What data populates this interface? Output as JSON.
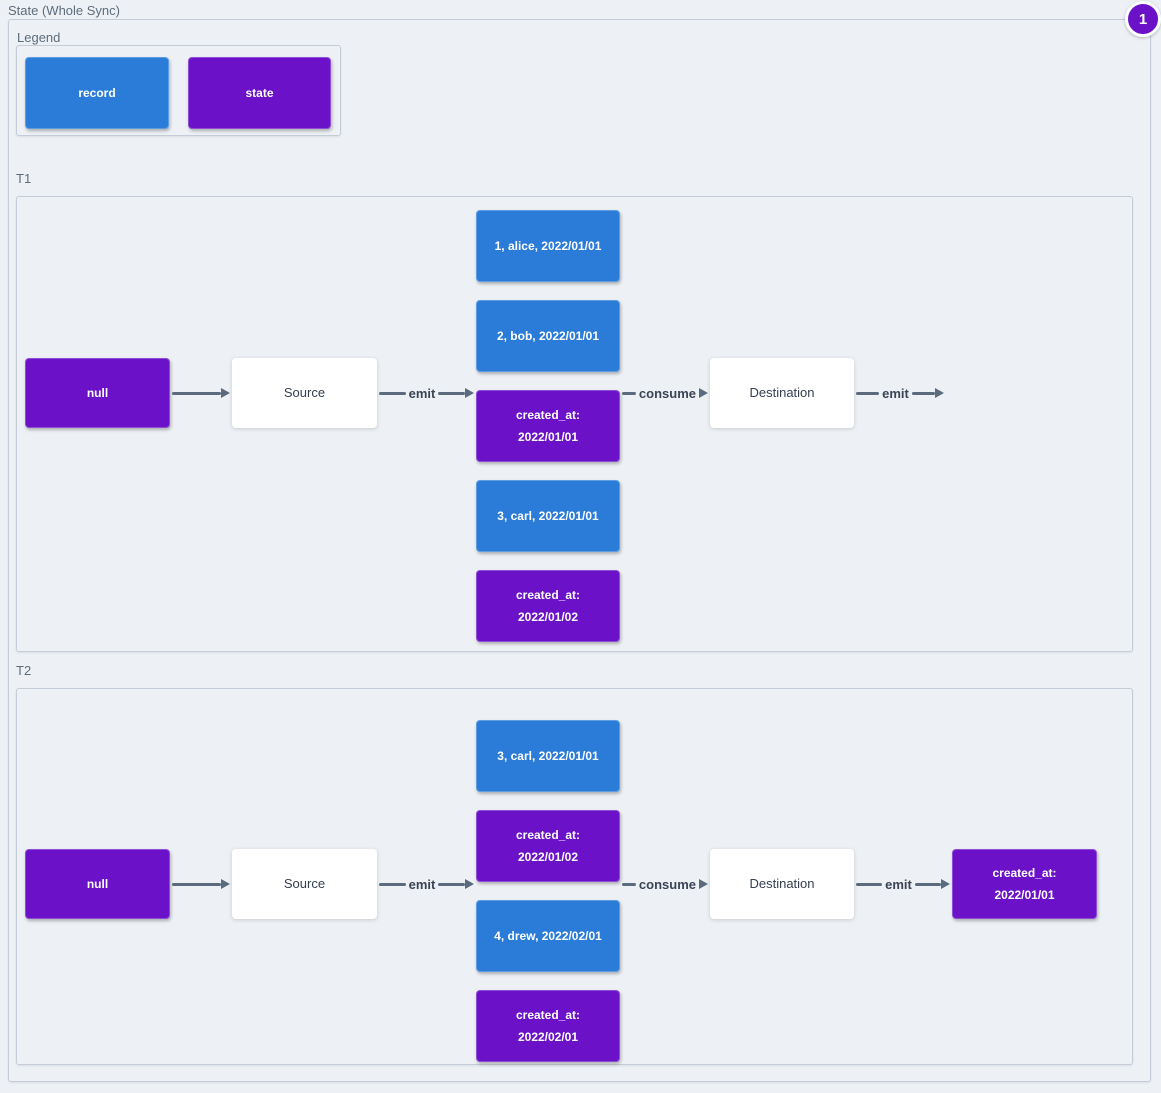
{
  "page": {
    "title": "State (Whole Sync)",
    "badge_count": "1",
    "colors": {
      "bg": "#edf1f5",
      "record": "#2a7cd8",
      "state": "#6b12c8",
      "border": "#c4cdd7",
      "label": "#5d6c7b",
      "arrow": "#5b6b7d",
      "nodetext": "#333e50"
    }
  },
  "legend": {
    "label": "Legend",
    "items": [
      {
        "label": "record",
        "type": "record"
      },
      {
        "label": "state",
        "type": "state"
      }
    ]
  },
  "sections": {
    "t1": {
      "label": "T1",
      "nodes": {
        "start": "null",
        "source": "Source",
        "destination": "Destination"
      },
      "arrows": {
        "emit_in": "emit",
        "consume": "consume",
        "emit_out": "emit"
      },
      "stack": [
        {
          "text": "1, alice, 2022/01/01",
          "type": "record"
        },
        {
          "text": "2, bob, 2022/01/01",
          "type": "record"
        },
        {
          "text": "created_at: 2022/01/01",
          "type": "state"
        },
        {
          "text": "3, carl, 2022/01/01",
          "type": "record"
        },
        {
          "text": "created_at: 2022/01/02",
          "type": "state"
        }
      ]
    },
    "t2": {
      "label": "T2",
      "nodes": {
        "start": "null",
        "source": "Source",
        "destination": "Destination"
      },
      "arrows": {
        "emit_in": "emit",
        "consume": "consume",
        "emit_out": "emit"
      },
      "stack": [
        {
          "text": "3, carl, 2022/01/01",
          "type": "record"
        },
        {
          "text": "created_at: 2022/01/02",
          "type": "state"
        },
        {
          "text": "4, drew, 2022/02/01",
          "type": "record"
        },
        {
          "text": "created_at: 2022/02/01",
          "type": "state"
        }
      ],
      "output_state": {
        "text": "created_at: 2022/01/01",
        "type": "state"
      }
    }
  }
}
